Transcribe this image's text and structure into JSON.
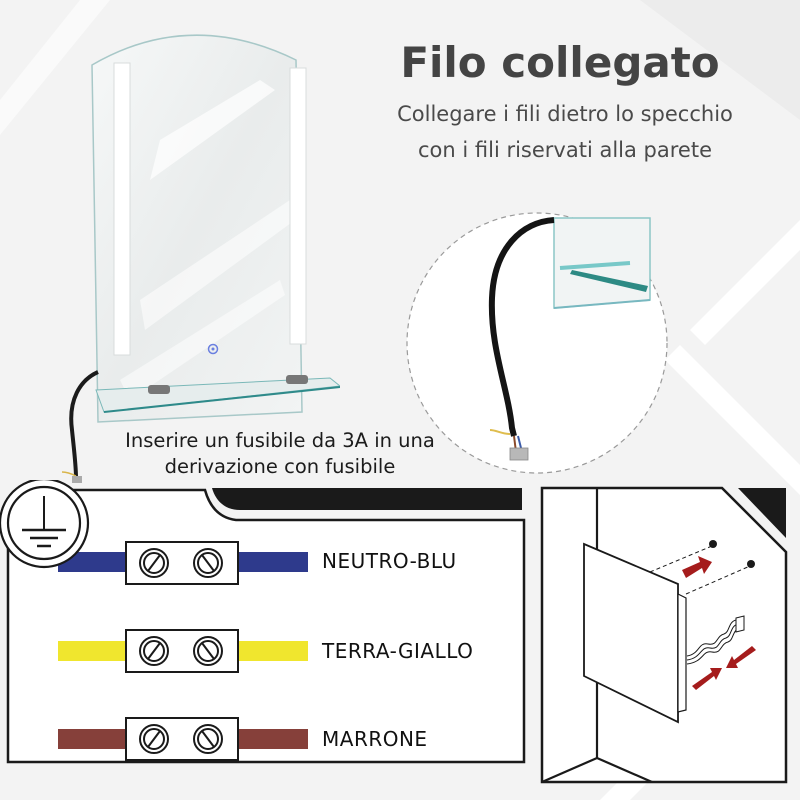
{
  "header": {
    "title": "Filo collegato",
    "subtitle_line1": "Collegare i fili dietro lo specchio",
    "subtitle_line2": "con i fili riservati alla parete"
  },
  "fuse_note": {
    "line1": "Inserire un fusibile da 3A in una",
    "line2": "derivazione con fusibile"
  },
  "wiring_diagram": {
    "ground_symbol": "earth-ground-icon",
    "wires": [
      {
        "label": "NEUTRO-BLU",
        "color": "#2e3a8c"
      },
      {
        "label": "TERRA-GIALLO",
        "color": "#f0e62e"
      },
      {
        "label": "MARRONE",
        "color": "#86403a"
      }
    ]
  },
  "install_diagram": {
    "arrow_color": "#a51c1c"
  },
  "colors": {
    "title_text": "#444444",
    "background": "#f4f4f4",
    "line": "#1a1a1a"
  }
}
